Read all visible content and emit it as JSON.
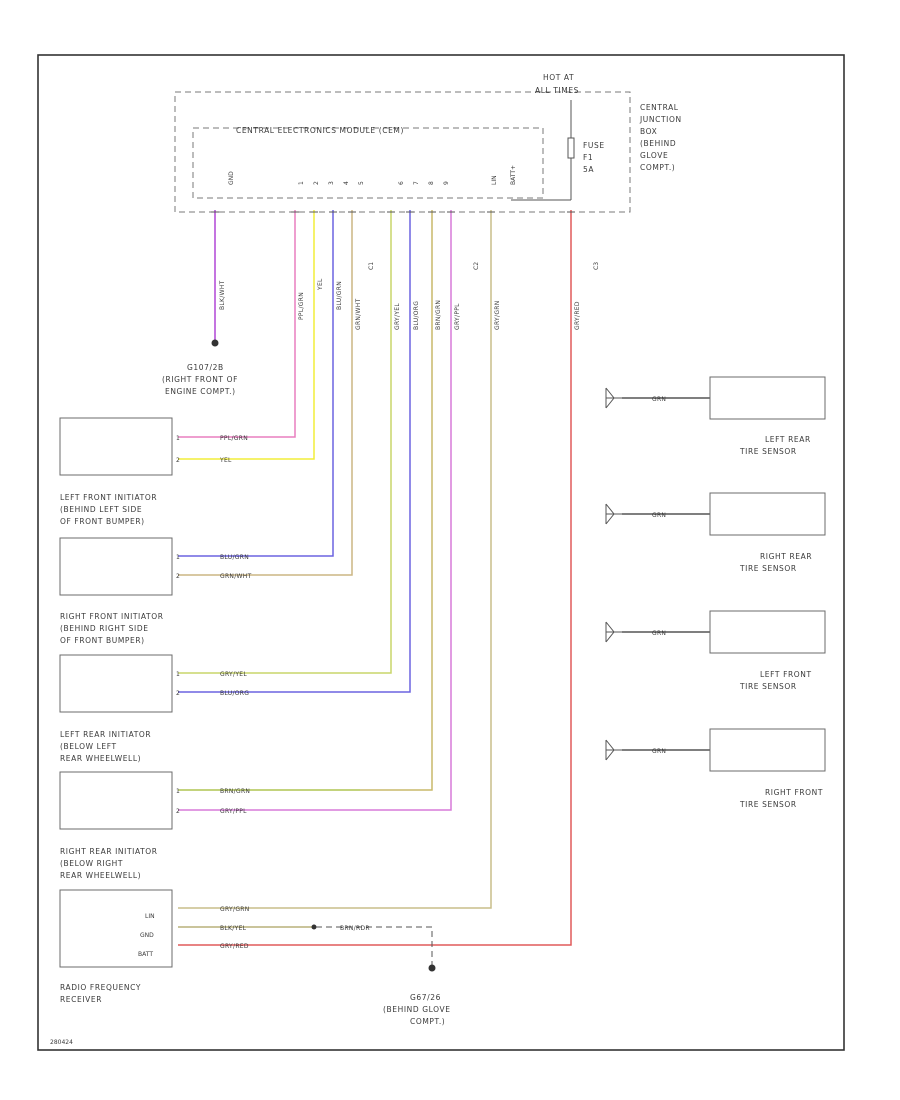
{
  "colors": {
    "pink": "#e87fbf",
    "yellow": "#f2ee3a",
    "blue": "#6b63e0",
    "tan": "#cbb684",
    "yellowgreen": "#c9d66a",
    "violet": "#c474e0",
    "red": "#e05a5a",
    "olive": "#b8b07a",
    "gray": "#8a8a8a"
  },
  "power": {
    "hot_at": "HOT AT",
    "hot_at_2": "ALL TIMES",
    "fuse_1": "FUSE",
    "fuse_2": "F1",
    "fuse_3": "5A",
    "cjb_1": "CENTRAL",
    "cjb_2": "JUNCTION",
    "cjb_3": "BOX",
    "cjb_4": "(BEHIND",
    "cjb_5": "GLOVE",
    "cjb_6": "COMPT.)"
  },
  "cem": {
    "title": "CENTRAL ELECTRONICS MODULE (CEM)",
    "pins": [
      "GND",
      "1",
      "2",
      "3",
      "4",
      "5",
      "6",
      "7",
      "8",
      "9",
      "LIN",
      "BATT+"
    ],
    "connectors": [
      "C1",
      "C2",
      "C3"
    ]
  },
  "wires": {
    "w1": "BLK/WHT",
    "w2": "PPL/GRN",
    "w3": "YEL",
    "w4": "BLU/GRN",
    "w5": "GRN/WHT",
    "w6": "GRY/YEL",
    "w7": "BLU/ORG",
    "w8": "BRN/GRN",
    "w9": "GRY/PPL",
    "w10": "GRY/GRN",
    "w11": "GRY/RED",
    "w12": "BLK/YEL",
    "w13": "BRN/RDR",
    "w14": "GRN"
  },
  "grounds": {
    "g1_1": "G107/2B",
    "g1_2": "(RIGHT FRONT OF",
    "g1_3": "ENGINE COMPT.)",
    "g2_1": "G67/26",
    "g2_2": "(BEHIND GLOVE",
    "g2_3": "COMPT.)"
  },
  "initiators": {
    "lf_1": "LEFT FRONT INITIATOR",
    "lf_2": "(BEHIND LEFT SIDE",
    "lf_3": "OF FRONT BUMPER)",
    "rf_1": "RIGHT FRONT INITIATOR",
    "rf_2": "(BEHIND RIGHT SIDE",
    "rf_3": "OF FRONT BUMPER)",
    "lr_1": "LEFT REAR INITIATOR",
    "lr_2": "(BELOW LEFT",
    "lr_3": "REAR WHEELWELL)",
    "rr_1": "RIGHT REAR INITIATOR",
    "rr_2": "(BELOW RIGHT",
    "rr_3": "REAR WHEELWELL)",
    "pin1": "1",
    "pin2": "2"
  },
  "receiver": {
    "name_1": "RADIO FREQUENCY",
    "name_2": "RECEIVER",
    "pin_lin": "LIN",
    "pin_gnd": "GND",
    "pin_batt": "BATT"
  },
  "sensors": {
    "lr_1": "LEFT REAR",
    "lr_2": "TIRE SENSOR",
    "rr_1": "RIGHT REAR",
    "rr_2": "TIRE SENSOR",
    "lf_1": "LEFT FRONT",
    "lf_2": "TIRE SENSOR",
    "rf_1": "RIGHT FRONT",
    "rf_2": "TIRE SENSOR"
  },
  "footer": {
    "code": "280424"
  }
}
